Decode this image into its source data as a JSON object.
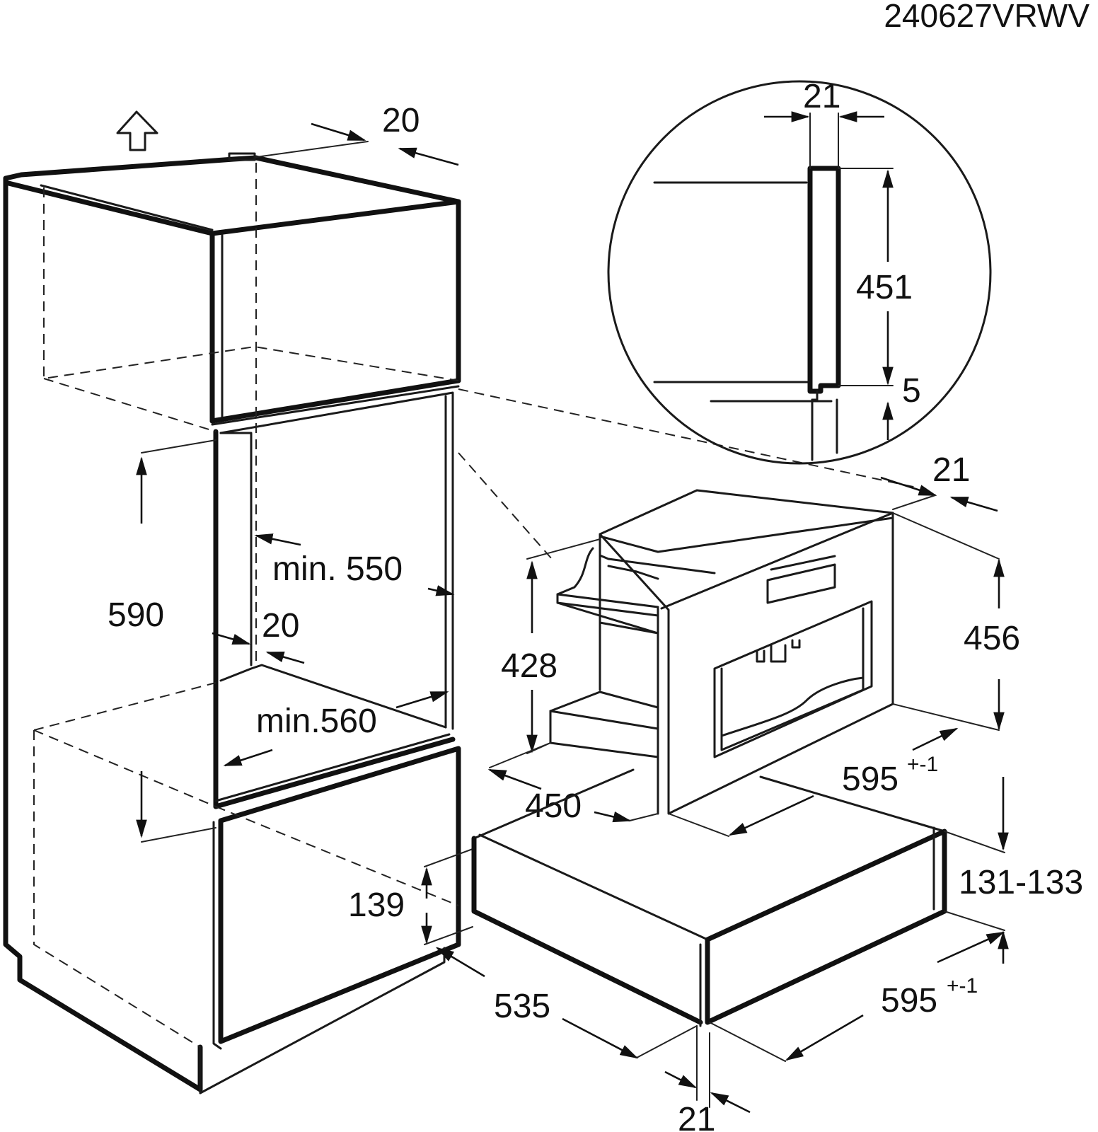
{
  "drawing_code": "240627VRWV",
  "callout": {
    "gap_width": "21",
    "front_height": "451",
    "offset": "5"
  },
  "cabinet": {
    "top_gap": "20",
    "niche_height": "590",
    "min_width": "min. 550",
    "side_gap": "20",
    "min_depth": "min.560",
    "lower_height": "139",
    "depth": "535",
    "base_gap": "21"
  },
  "coffee_machine": {
    "side_offset": "21",
    "body_height": "428",
    "front_height": "456",
    "width": "595",
    "width_tolerance": "+-1",
    "depth": "450"
  },
  "drawer": {
    "height_range": "131-133",
    "width": "595",
    "width_tolerance": "+-1"
  }
}
